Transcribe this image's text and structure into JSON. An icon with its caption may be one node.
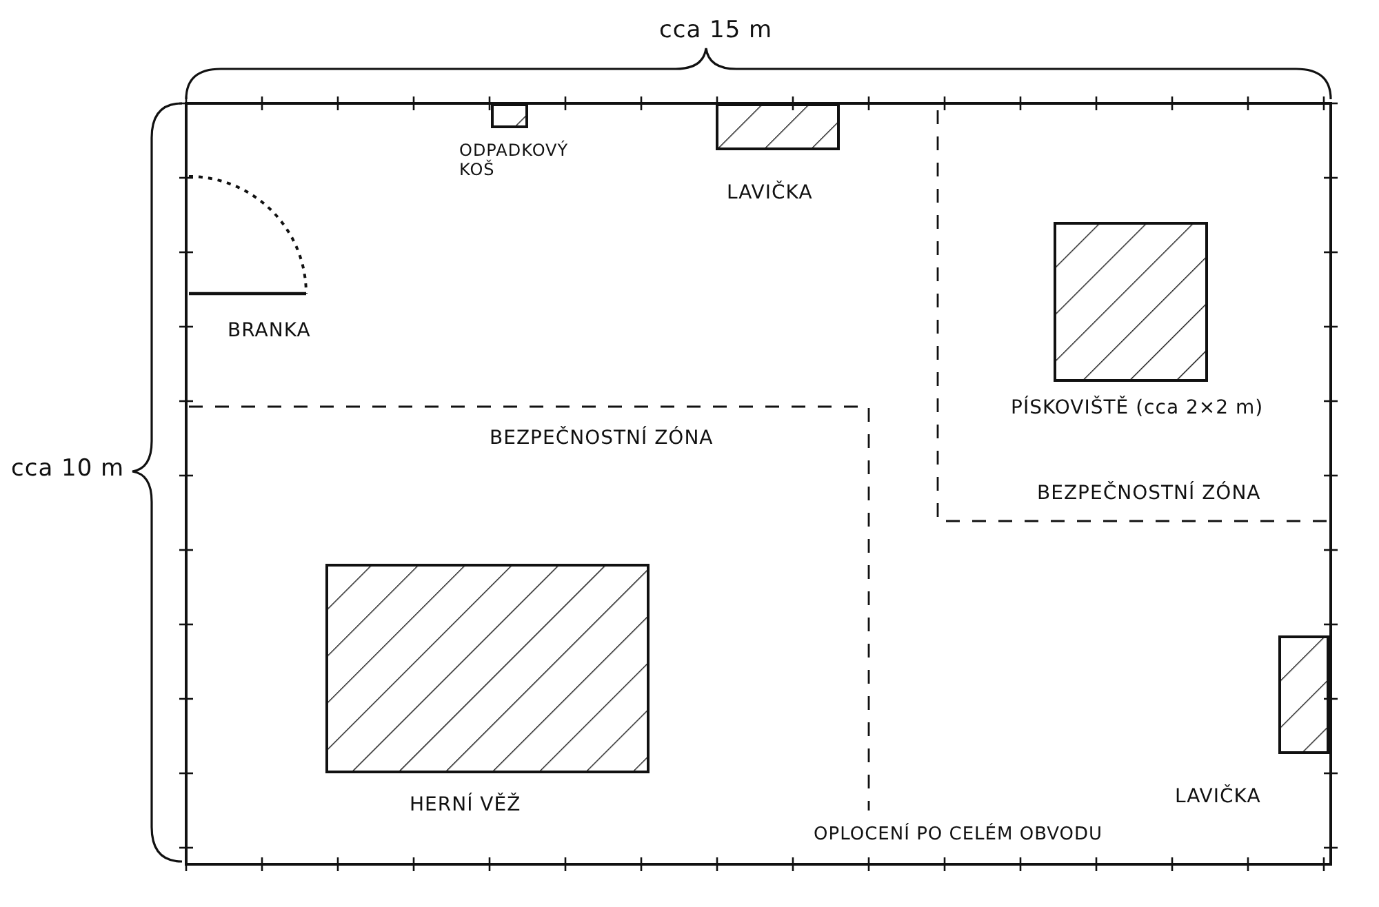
{
  "diagram": {
    "nodes": [
      {
        "text": [
          "ODPADKOVÝ KOŠ"
        ]
      },
      {
        "text": [
          "LAVIČKA"
        ]
      },
      {
        "text": [
          "PÍSKOVIŠTĚ (cca 2×2 m)"
        ]
      },
      {
        "text": [
          "HERNÍ VĚŽ"
        ]
      },
      {
        "text": [
          "LAVIČKA"
        ]
      }
    ],
    "labels": [
      "cca 15 m",
      "cca 10 m",
      "BRANKA",
      "BEZPEČNOSTNÍ ZÓNA",
      "BEZPEČNOSTNÍ ZÓNA",
      "OPLOCENÍ PO CELÉM OBVODU"
    ]
  }
}
